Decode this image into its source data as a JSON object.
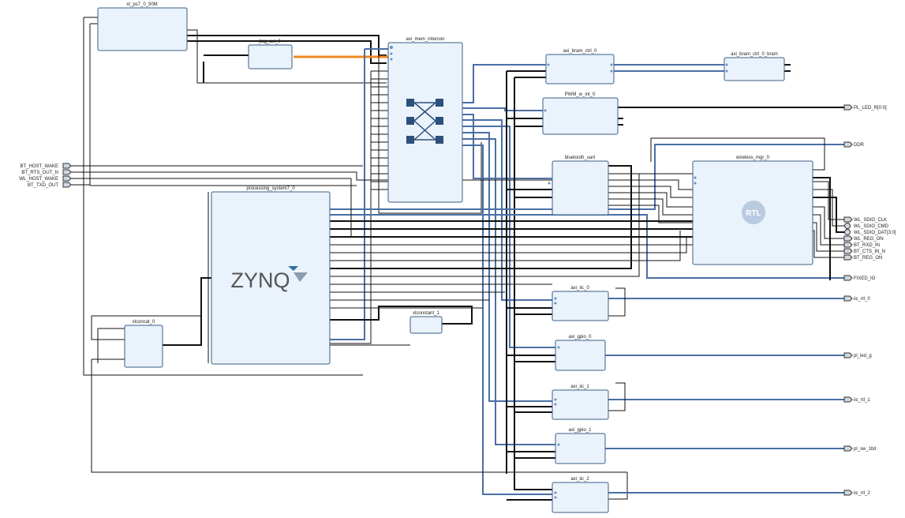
{
  "blocks": {
    "ps_clk": "xt_ps7_0_50M",
    "jtag": "jtag_axi_0",
    "intercon": "axi_mem_intercon",
    "bram_ctrl": "axi_bram_ctrl_0",
    "bram": "axi_bram_ctrl_0_bram",
    "pwm": "PWM_w_int_0",
    "bt_uart": "bluetooth_uart",
    "wireless": "wireless_mgr_0",
    "ps7": "processing_system7_0",
    "xlconstant": "xlconstant_1",
    "xlconcat": "xlconcat_0",
    "iic0": "axi_iic_0",
    "gpio0": "axi_gpio_0",
    "iic1": "axi_iic_1",
    "gpio1": "axi_gpio_1",
    "iic2": "axi_iic_2"
  },
  "logos": {
    "zynq": "ZYNQ",
    "rtl": "RTL"
  },
  "left_ports": [
    "BT_HOST_WAKE",
    "BT_RTS_OUT_N",
    "WL_HOST_WAKE",
    "BT_TXD_OUT"
  ],
  "right_ports": {
    "pl_led": "PL_LED_R[0:0]",
    "ddr": "DDR",
    "wl_sdio_clk": "WL_SDIO_CLK",
    "wl_sdio_cmd": "WL_SDIO_CMD",
    "wl_sdio_dat": "WL_SDIO_DAT[3:0]",
    "wl_reg_on": "WL_REG_ON",
    "bt_rxd_in": "BT_RXD_IN",
    "bt_cts_in": "BT_CTS_IN_N",
    "bt_reg_on": "BT_REG_ON",
    "fixed_io": "FIXED_IO",
    "iic0": "iic_rtl_0",
    "gpio_led": "pl_led_g",
    "iic1": "iic_rtl_1",
    "gpio_sw": "pl_sw_1bit",
    "iic2": "iic_rtl_2"
  }
}
